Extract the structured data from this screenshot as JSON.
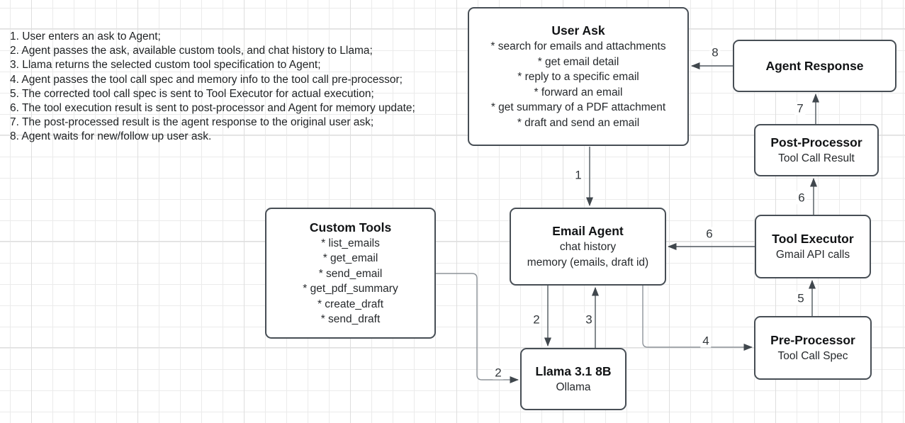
{
  "title": "Email Agent architecture diagram",
  "colors": {
    "node_border": "#474e55",
    "edge": "#4f575e",
    "edge_light": "#8d9399",
    "grid_minor": "#ebebeb",
    "grid_major": "#dedede",
    "text": "#26292c"
  },
  "steps": [
    "1. User enters an ask to Agent;",
    "2. Agent passes the ask, available custom tools, and chat history to Llama;",
    "3. Llama returns the selected custom tool specification to Agent;",
    "4. Agent passes the tool call spec and memory info to the tool call pre-processor;",
    "5. The corrected tool call spec is sent to Tool Executor for actual execution;",
    "6. The tool execution result is sent to post-processor and Agent for memory update;",
    "7. The post-processed result is the agent response to the original user ask;",
    "8. Agent waits for new/follow up user ask."
  ],
  "nodes": {
    "user_ask": {
      "title": "User Ask",
      "lines": [
        "* search for emails and attachments",
        "* get email detail",
        "* reply to a specific email",
        "* forward an email",
        "* get summary of a PDF attachment",
        "* draft and send an email"
      ]
    },
    "agent_response": {
      "title": "Agent Response",
      "lines": []
    },
    "post_processor": {
      "title": "Post-Processor",
      "lines": [
        "Tool Call Result"
      ]
    },
    "tool_executor": {
      "title": "Tool Executor",
      "lines": [
        "Gmail API calls"
      ]
    },
    "pre_processor": {
      "title": "Pre-Processor",
      "lines": [
        "Tool Call Spec"
      ]
    },
    "email_agent": {
      "title": "Email Agent",
      "lines": [
        "chat history",
        "memory (emails, draft id)"
      ]
    },
    "custom_tools": {
      "title": "Custom Tools",
      "lines": [
        "* list_emails",
        "* get_email",
        "* send_email",
        "* get_pdf_summary",
        "* create_draft",
        "* send_draft"
      ]
    },
    "llama": {
      "title": "Llama 3.1 8B",
      "lines": [
        "Ollama"
      ]
    }
  },
  "edge_labels": {
    "step1": "1",
    "step2_agent_to_llama": "2",
    "step2_tools_to_llama": "2",
    "step3": "3",
    "step4": "4",
    "step5": "5",
    "step6_to_email_agent": "6",
    "step6_to_post_processor": "6",
    "step7": "7",
    "step8": "8"
  }
}
